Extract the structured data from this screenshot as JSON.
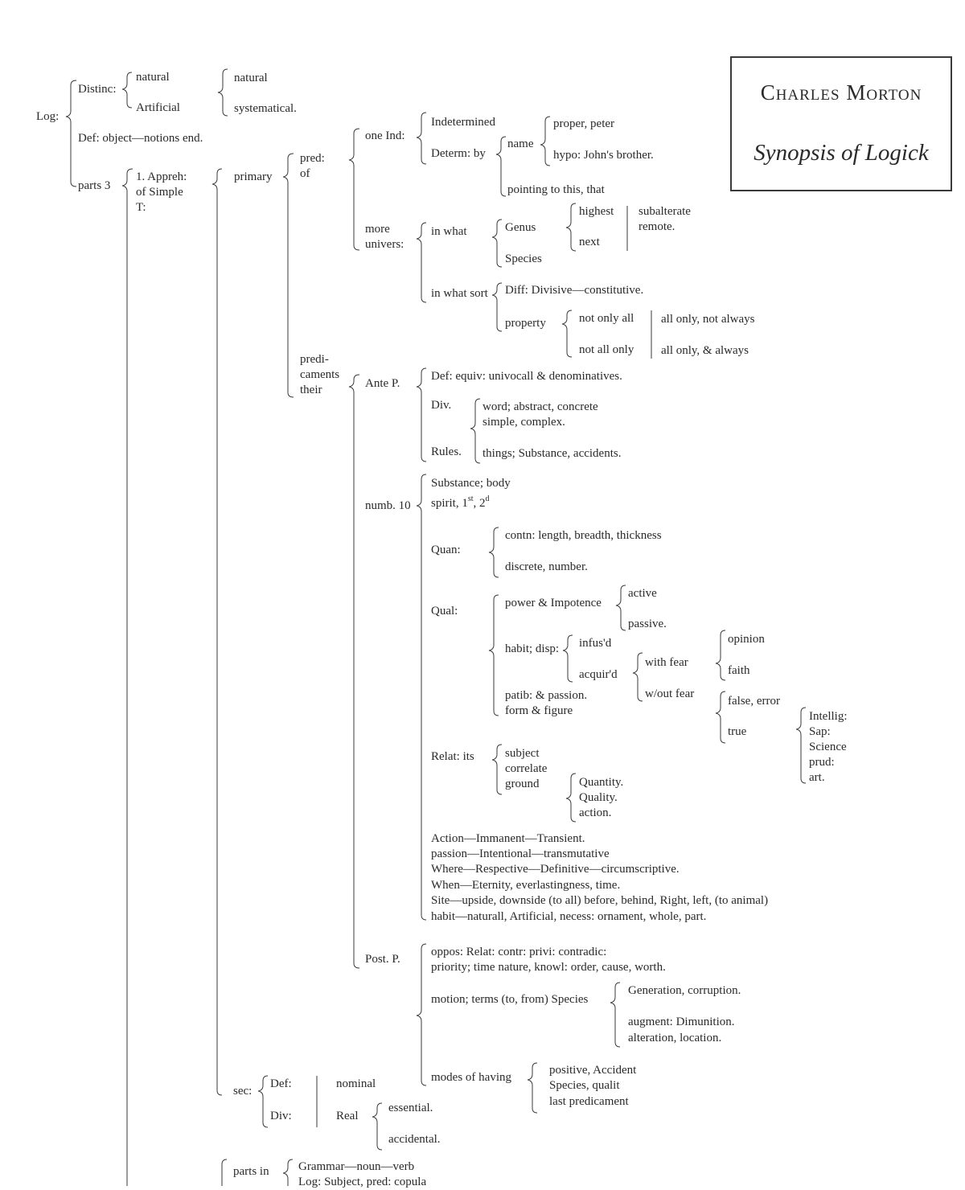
{
  "title_box": {
    "author": "Charles Morton",
    "title": "Synopsis of Logick"
  },
  "labels": {
    "log": "Log:",
    "distinc": "Distinc:",
    "natural_a": "natural",
    "artificial": "Artificial",
    "natural_b": "natural",
    "systematical": "systematical.",
    "def_object": "Def: object—notions end.",
    "parts3": "parts 3",
    "appreh1": "1. Appreh:",
    "appreh2": "of Simple",
    "appreh3": "T:",
    "primary": "primary",
    "pred1": "pred:",
    "pred2": "of",
    "one_ind": "one Ind:",
    "indetermined": "Indetermined",
    "determ_by": "Determ: by",
    "name": "name",
    "proper_peter": "proper, peter",
    "hypo": "hypo: John's brother.",
    "pointing": "pointing to this, that",
    "more": "more",
    "univers": "univers:",
    "in_what": "in what",
    "genus": "Genus",
    "species": "Species",
    "highest": "highest",
    "next": "next",
    "subalterate": "subalterate",
    "remote": "remote.",
    "in_what_sort": "in what sort",
    "diff": "Diff: Divisive—constitutive.",
    "property": "property",
    "not_only_all": "not only all",
    "not_all_only": "not all only",
    "all_only_not_always": "all only, not always",
    "all_only_always": "all only, & always",
    "predi": "predi-",
    "caments": "caments",
    "their": "their",
    "ante_p": "Ante P.",
    "def_equiv": "Def: equiv: univocall & denominatives.",
    "div": "Div.",
    "word": "word; abstract, concrete",
    "simple_complex": "simple, complex.",
    "rules": "Rules.",
    "things": "things; Substance, accidents.",
    "numb10": "numb. 10",
    "substance_body": "Substance; body",
    "spirit": "spirit, 1",
    "st": "st",
    "comma2": ", 2",
    "d": "d",
    "quan": "Quan:",
    "contn": "contn: length, breadth, thickness",
    "discrete": "discrete, number.",
    "qual": "Qual:",
    "power": "power & Impotence",
    "active": "active",
    "passive": "passive.",
    "habit_disp": "habit; disp:",
    "infusd": "infus'd",
    "acquird": "acquir'd",
    "with_fear": "with fear",
    "without_fear": "w/out fear",
    "opinion": "opinion",
    "faith": "faith",
    "false_error": "false, error",
    "true": "true",
    "intellig": "Intellig:",
    "sap": "Sap:",
    "science": "Science",
    "prud": "prud:",
    "art": "art.",
    "patib": "patib: & passion.",
    "form_figure": "form & figure",
    "relat_its": "Relat: its",
    "subject": "subject",
    "correlate": "correlate",
    "ground": "ground",
    "quantity": "Quantity.",
    "quality": "Quality.",
    "action_small": "action.",
    "action_line": "Action—Immanent—Transient.",
    "passion_line": "passion—Intentional—transmutative",
    "where_line": "Where—Respective—Definitive—circumscriptive.",
    "when_line": "When—Eternity, everlastingness, time.",
    "site_line": "Site—upside, downside (to all) before, behind, Right, left, (to animal)",
    "habit_line": "habit—naturall, Artificial, necess: ornament, whole, part.",
    "post_p": "Post. P.",
    "oppos": "oppos: Relat: contr: privi: contradic:",
    "priority": "priority; time nature, knowl: order, cause, worth.",
    "motion": "motion; terms (to, from) Species",
    "generation": "Generation, corruption.",
    "augment": "augment: Dimunition.",
    "alteration": "alteration, location.",
    "modes_having": "modes of having",
    "positive": "positive, Accident",
    "species_qualit": "Species, qualit",
    "last_pred": "last predicament",
    "sec": "sec:",
    "def": "Def:",
    "nominal": "nominal",
    "divs": "Div:",
    "real": "Real",
    "essential": "essential.",
    "accidental": "accidental.",
    "parts_in": "parts in",
    "grammar": "Grammar—noun—verb",
    "log_subject": "Log: Subject, pred: copula"
  }
}
